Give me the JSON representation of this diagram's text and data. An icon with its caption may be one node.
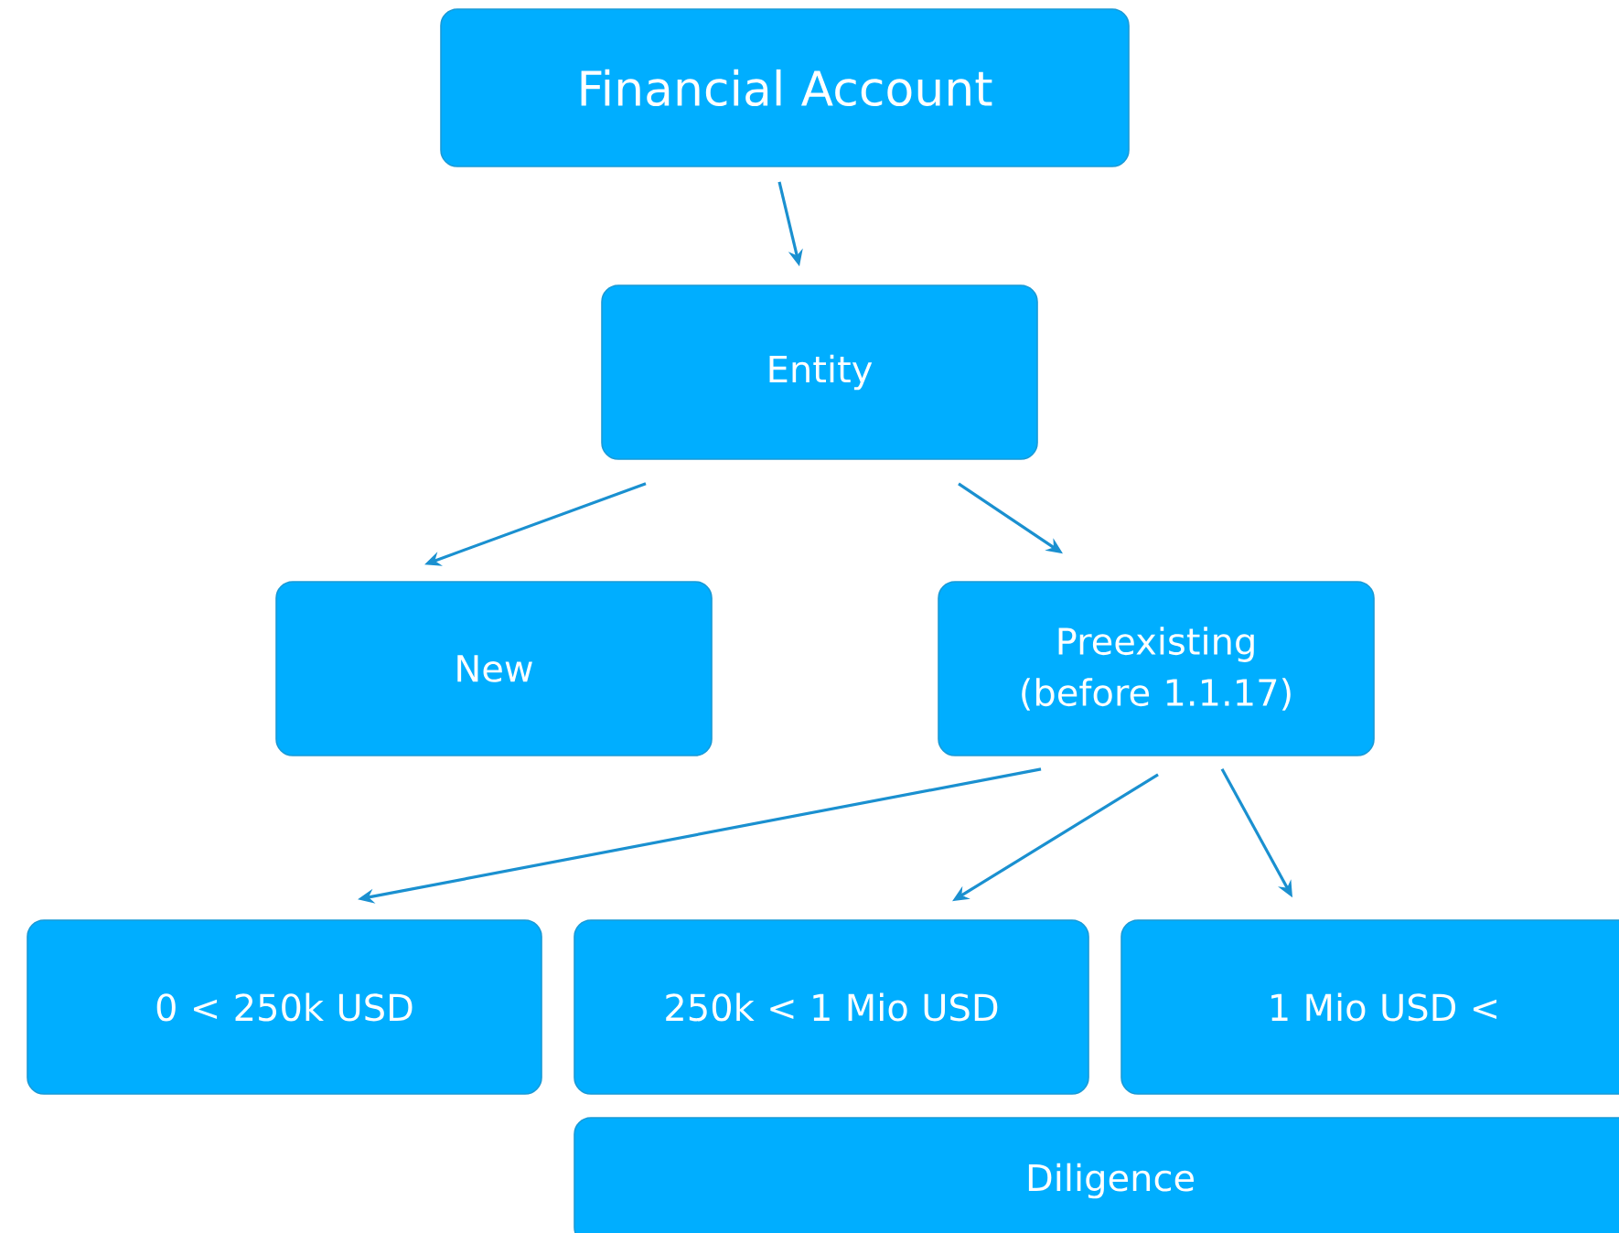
{
  "diagram": {
    "nodes": [
      {
        "text": [
          "Financial Account"
        ]
      },
      {
        "text": [
          "Entity"
        ]
      },
      {
        "text": [
          "New"
        ]
      },
      {
        "text": [
          "Preexisting (before 1.1.17)"
        ]
      },
      {
        "text": [
          "0 < 250k USD"
        ]
      },
      {
        "text": [
          "250k < 1 Mio USD"
        ]
      },
      {
        "text": [
          "1 Mio USD <"
        ]
      },
      {
        "text": [
          "Diligence"
        ]
      }
    ],
    "edges": [
      {
        "from": 0,
        "to": 1,
        "arrow": "to"
      },
      {
        "from": 1,
        "to": 2,
        "arrow": "to"
      },
      {
        "from": 1,
        "to": 3,
        "arrow": "to"
      },
      {
        "from": 3,
        "to": 4,
        "arrow": "to"
      },
      {
        "from": 3,
        "to": 5,
        "arrow": "to"
      },
      {
        "from": 3,
        "to": 6,
        "arrow": "to"
      }
    ]
  }
}
